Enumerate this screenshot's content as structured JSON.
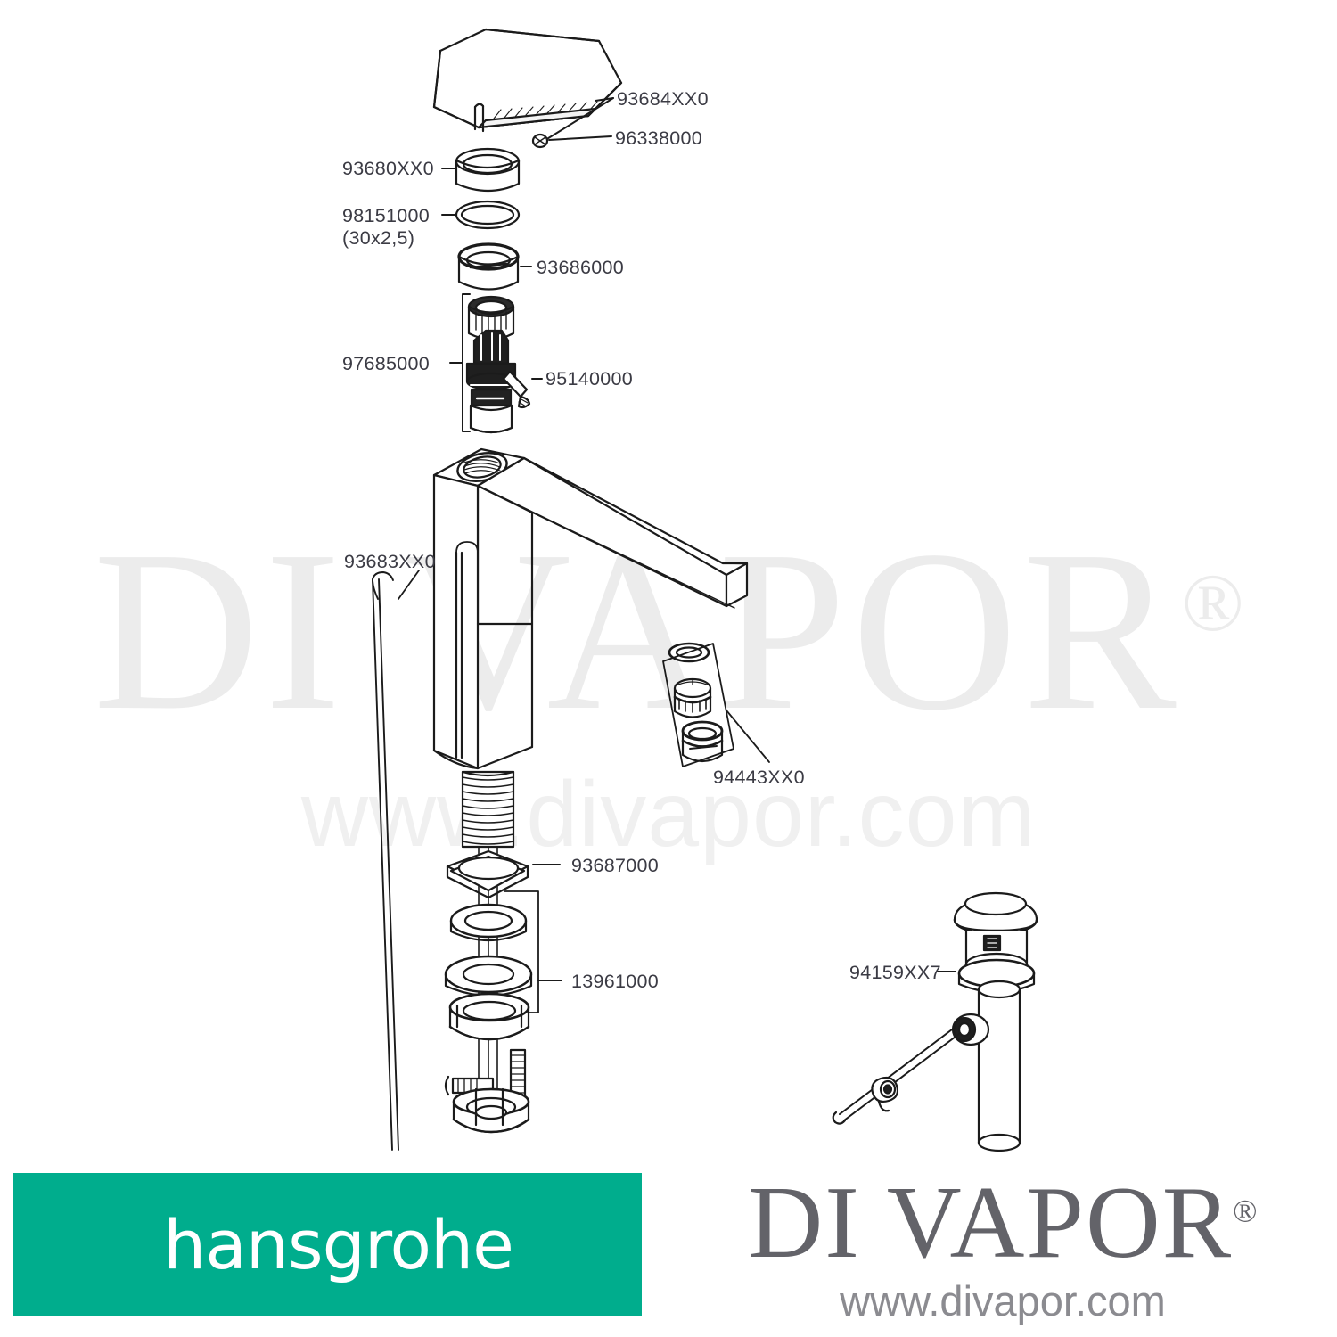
{
  "document": {
    "type": "exploded-parts-diagram",
    "subject": "hansgrohe basin mixer tap spare parts"
  },
  "watermark": {
    "main": "DI VAPOR",
    "registered": "®",
    "sub": "www.divapor.com"
  },
  "labels": [
    {
      "id": "handle-lever",
      "code": "93684XX0"
    },
    {
      "id": "grub-screw",
      "code": "96338000"
    },
    {
      "id": "handle-collar",
      "code": "93680XX0"
    },
    {
      "id": "o-ring",
      "code": "98151000",
      "spec": "(30x2,5)"
    },
    {
      "id": "cartridge-nut",
      "code": "93686000"
    },
    {
      "id": "cartridge-assembly",
      "code": "97685000"
    },
    {
      "id": "cartridge-screw",
      "code": "95140000"
    },
    {
      "id": "spout-body",
      "code": "93683XX0"
    },
    {
      "id": "aerator-set",
      "code": "94443XX0"
    },
    {
      "id": "base-gasket",
      "code": "93687000"
    },
    {
      "id": "mounting-washer-set",
      "code": "13961000"
    },
    {
      "id": "pop-up-waste",
      "code": "94159XX7"
    }
  ],
  "footer": {
    "brand_logo": "hansgrohe",
    "brand_color": "#00ad8d",
    "retailer": "DI VAPOR",
    "retailer_registered": "®",
    "retailer_url": "www.divapor.com",
    "retailer_color": "#636369"
  },
  "colors": {
    "label_text": "#3b3b44",
    "line_art": "#1b1b1b",
    "watermark": "#ececec",
    "background": "#ffffff"
  }
}
